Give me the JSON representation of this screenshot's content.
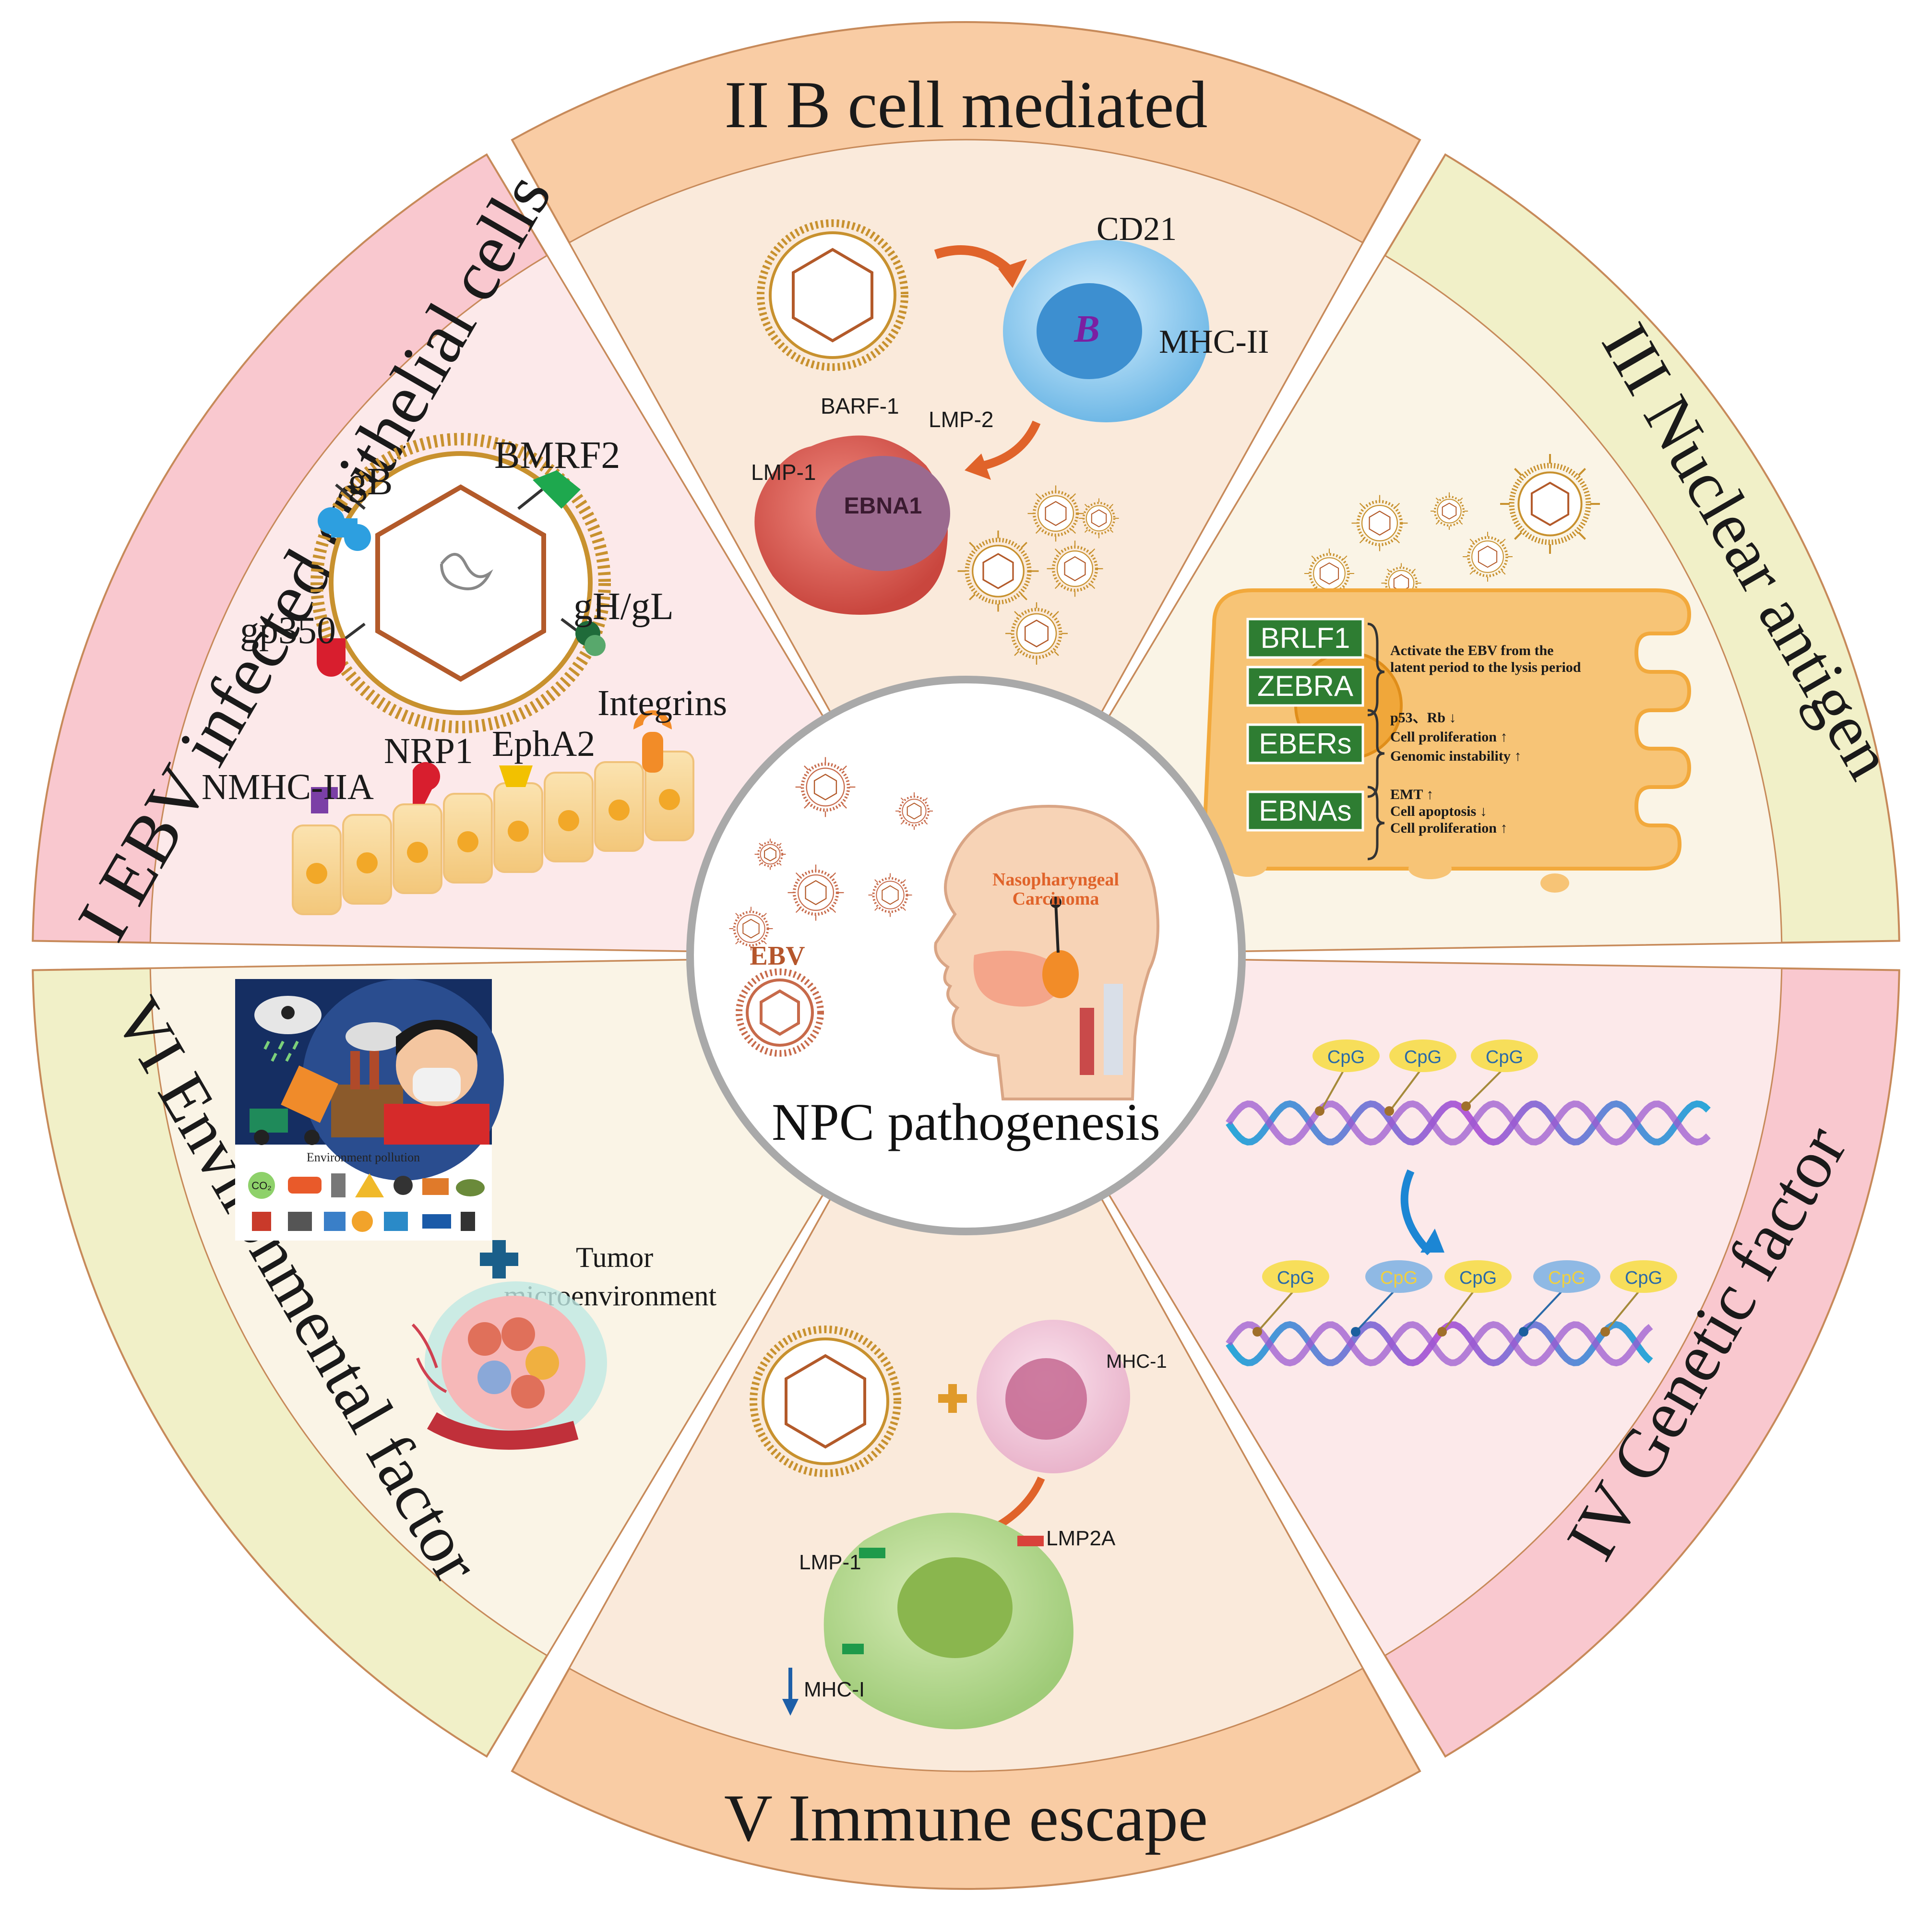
{
  "center": {
    "title": "NPC pathogenesis",
    "ebv_label": "EBV",
    "tumor_label_1": "Nasopharyngeal",
    "tumor_label_2": "Carcinoma"
  },
  "sections": [
    {
      "title": "I EBV infected epithelial cells",
      "color": "#f9c8cf",
      "inner": "#fce9ea"
    },
    {
      "title": "II B cell mediated",
      "color": "#f9cca4",
      "inner": "#faeadb"
    },
    {
      "title": "III Nuclear antigen",
      "color": "#f1f0c8",
      "inner": "#faf4e6"
    },
    {
      "title": "IV Genetic factor",
      "color": "#f9c8cf",
      "inner": "#fce9ea"
    },
    {
      "title": "V Immune escape",
      "color": "#f9cca4",
      "inner": "#faeadb"
    },
    {
      "title": "VI Environmental factor",
      "color": "#f1f0c8",
      "inner": "#faf4e6"
    }
  ],
  "section1": {
    "glycoproteins": [
      "gB",
      "BMRF2",
      "gp350",
      "gH/gL"
    ],
    "receptors": [
      "NMHC-IIA",
      "NRP1",
      "EphA2",
      "Integrins"
    ]
  },
  "section2": {
    "b_cell_letter": "B",
    "b_receptors": [
      "CD21",
      "MHC-II"
    ],
    "infected_labels": [
      "BARF-1",
      "LMP-2",
      "LMP-1",
      "EBNA1"
    ]
  },
  "section3": {
    "genes": [
      "BRLF1",
      "ZEBRA",
      "EBERs",
      "EBNAs"
    ],
    "note1_line1": "Activate  the  EBV  from  the",
    "note1_line2": "latent period to the lysis period",
    "note2": [
      "p53、Rb ↓",
      "Cell proliferation  ↑",
      "Genomic instability  ↑"
    ],
    "note3": [
      "EMT ↑",
      "Cell apoptosis ↓",
      "Cell proliferation ↑"
    ]
  },
  "section4": {
    "cpg_top": [
      "CpG",
      "CpG",
      "CpG"
    ],
    "cpg_bottom": [
      "CpG",
      "CpG",
      "CpG",
      "CpG",
      "CpG"
    ]
  },
  "section5": {
    "labels": [
      "MHC-1",
      "LMP2A",
      "LMP-1",
      "MHC-I"
    ]
  },
  "section6": {
    "pollution_caption": "Environment pollution",
    "co2": "CO₂",
    "tme_line1": "Tumor",
    "tme_line2": "microenvironment"
  },
  "colors": {
    "gene_box": "#2e7d32",
    "virus_ring": "#c8912e",
    "arrow": "#e0632a",
    "cpg": "#f7de5a",
    "cpg_methyl": "#8fb9e4"
  }
}
